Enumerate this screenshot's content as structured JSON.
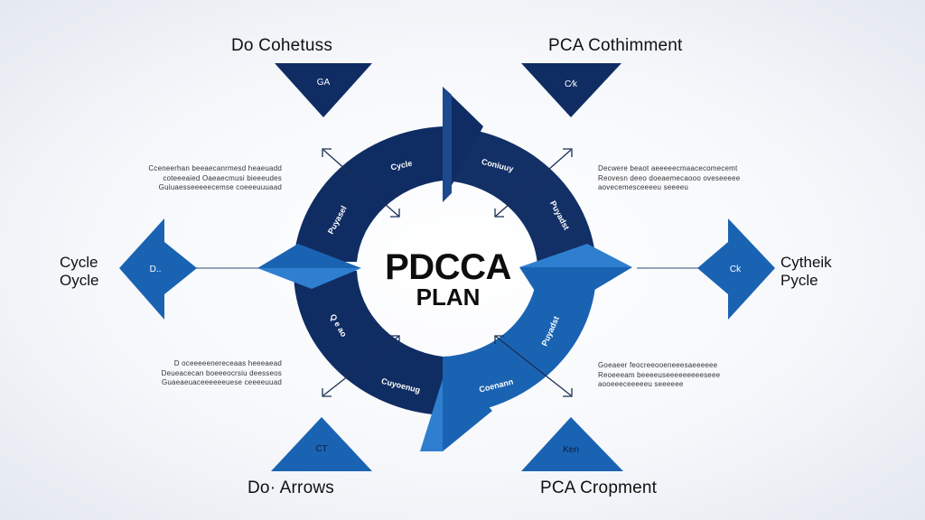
{
  "center": {
    "title": "PDCCA",
    "subtitle": "PLAN"
  },
  "corner_labels": {
    "top_left": "Do Cohetuss",
    "top_right": "PCA Cothimment",
    "bottom_left": "Do· Arrows",
    "bottom_right": "PCA Cropment"
  },
  "side_labels": {
    "left": [
      "Cycle",
      "Oycle"
    ],
    "right": [
      "Cytheik",
      "Pycle"
    ]
  },
  "markers": {
    "top_left": "GA",
    "top_right": "C⁄k",
    "bottom_left": "CT",
    "bottom_right": "Ken",
    "left": "D..",
    "right": "Ck"
  },
  "ring_labels": {
    "top_left": "Cycle",
    "top_right": "Coniuuy",
    "right_top": "Puyadst",
    "right_bottom": "Puyadst",
    "bottom_right": "Coenann",
    "bottom_left": "Cuyoenug",
    "left_bottom": "Q e ao",
    "left_top": "Puyasel"
  },
  "notes": {
    "top_left": [
      "Cceneerhan beeaecanrmesd heaeuadd",
      "coteeeaied  Oaeaecmusi bieeeudes",
      "Guiuaesseeeeecemse  coeeeuuuaad"
    ],
    "top_right": [
      "Decwere beaot aeeeeecmaacecomecemt",
      "Reovesn deeo doeaemecaooo oveseeeee",
      "aovecemesceeeeu seeeeu"
    ],
    "bottom_left": [
      "D oceeeeenereceaas heeeaead",
      "Deueacecan boeeeocrsiu deesseos",
      "Guaeaeuaceeeeeeuese  ceeeeuuad"
    ],
    "bottom_right": [
      "Goeaeer feocreeooeneeesaeeeeee",
      "Reoeeeam beeeeuseeeeeeeeeseee",
      "aooeeeceeeeeu seeeeee"
    ]
  },
  "colors": {
    "navy": "#102d63",
    "blue": "#1a63b3",
    "light_blue": "#2f7fd0",
    "text": "#111111"
  }
}
